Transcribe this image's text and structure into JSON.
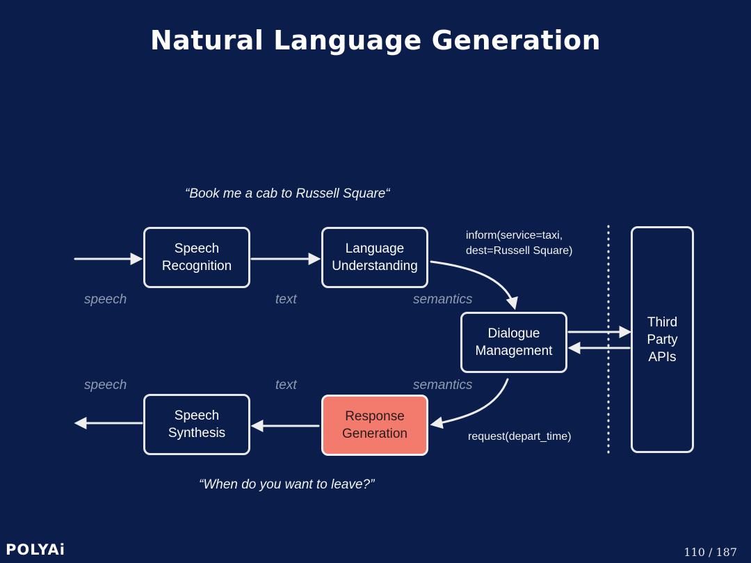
{
  "title": "Natural Language Generation",
  "quotes": {
    "input": "“Book me a cab to Russell Square“",
    "output": "“When do you want to leave?”"
  },
  "boxes": {
    "speech_recognition": "Speech\nRecognition",
    "language_understanding": "Language\nUnderstanding",
    "dialogue_management": "Dialogue\nManagement",
    "third_party_apis": "Third\nParty\nAPIs",
    "response_generation": "Response\nGeneration",
    "speech_synthesis": "Speech\nSynthesis"
  },
  "flow_labels": {
    "top_speech": "speech",
    "top_text": "text",
    "top_semantics": "semantics",
    "bottom_speech": "speech",
    "bottom_text": "text",
    "bottom_semantics": "semantics"
  },
  "api_calls": {
    "inform": "inform(service=taxi,\ndest=Russell Square)",
    "request": "request(depart_time)"
  },
  "footer": {
    "logo": "POLYAi",
    "page": "110 / 187"
  },
  "colors": {
    "background": "#0b1d4a",
    "highlight": "#f37b6d",
    "muted_label": "#8f9bb0"
  }
}
